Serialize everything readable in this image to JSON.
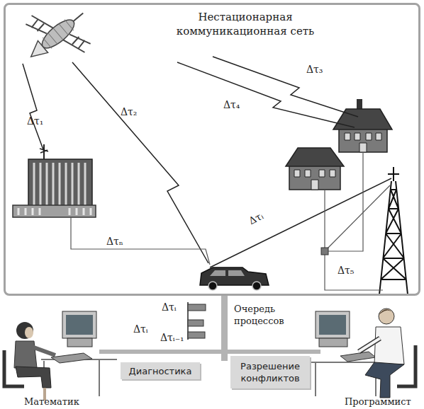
{
  "diagram": {
    "nodes": [
      {
        "text": [
          "Нестационарная коммуникационная сеть"
        ]
      },
      {
        "text": [
          "Диагностика"
        ]
      },
      {
        "text": [
          "Разрешение конфликтов"
        ]
      }
    ],
    "labels": [
      "Δτ₁",
      "Δτ₂",
      "Δτ₃",
      "Δτ₄",
      "Δτᵢ",
      "Δτₙ",
      "Δτ₅",
      "Δτᵢ",
      "Δτᵢ",
      "Δτᵢ₋₁",
      "Очередь процессов",
      "Математик",
      "Программист"
    ]
  }
}
